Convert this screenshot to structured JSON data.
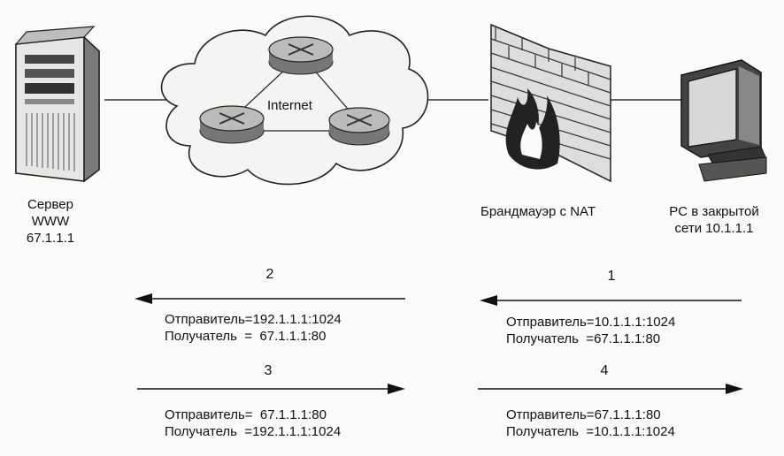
{
  "nodes": {
    "server": {
      "line1": "Сервер",
      "line2": "WWW",
      "line3": "67.1.1.1"
    },
    "cloud_label": "Internet",
    "firewall": {
      "label": "Брандмауэр с NAT"
    },
    "pc": {
      "line1": "PC в закрытой",
      "line2": "сети 10.1.1.1"
    }
  },
  "packets": [
    {
      "num": "2",
      "direction": "left",
      "sender": "Отправитель=192.1.1.1:1024",
      "receiver": "Получатель  =  67.1.1.1:80"
    },
    {
      "num": "1",
      "direction": "left",
      "sender": "Отправитель=10.1.1.1:1024",
      "receiver": "Получатель  =67.1.1.1:80"
    },
    {
      "num": "3",
      "direction": "right",
      "sender": "Отправитель=  67.1.1.1:80",
      "receiver": "Получатель  =192.1.1.1:1024"
    },
    {
      "num": "4",
      "direction": "right",
      "sender": "Отправитель=67.1.1.1:80",
      "receiver": "Получатель  =10.1.1.1:1024"
    }
  ]
}
